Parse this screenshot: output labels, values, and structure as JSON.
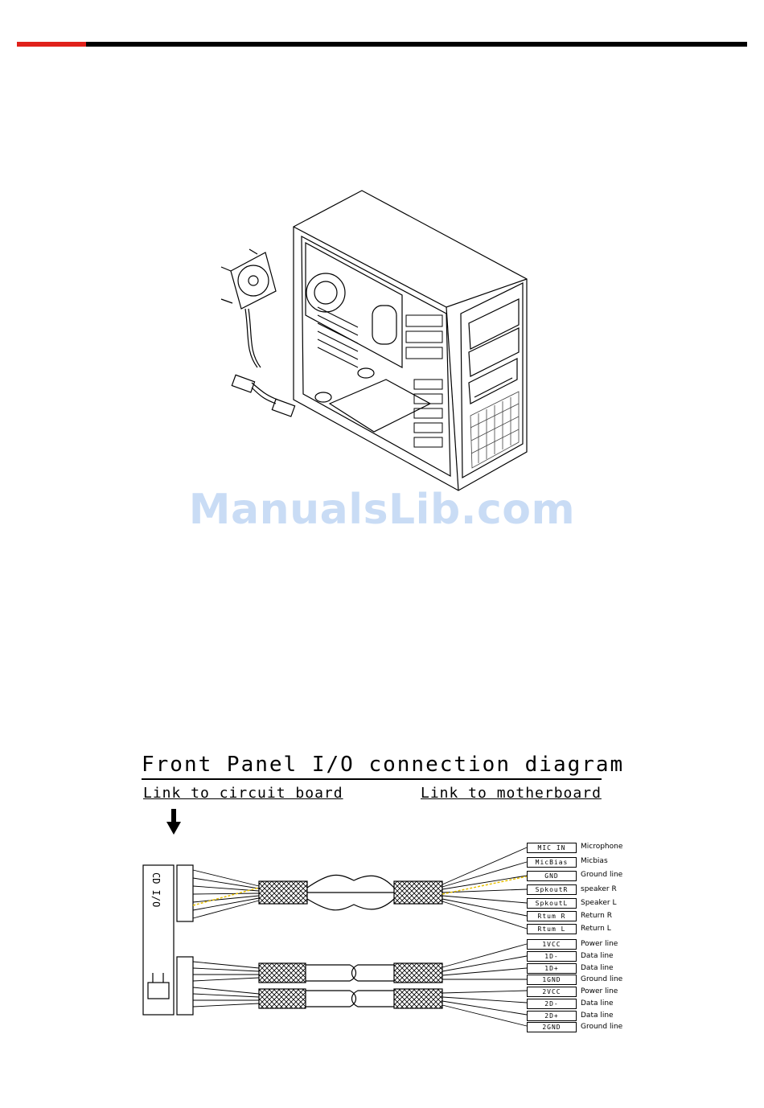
{
  "header": {
    "accent_color": "#e0211b",
    "bar_color": "#000000"
  },
  "figures": {
    "case_illustration": {
      "icon": "pc-case-with-rear-fan-illustration"
    }
  },
  "watermark": {
    "text": "ManualsLib.com",
    "color": "#c9dcf5"
  },
  "diagram": {
    "title": "Front Panel I/O connection diagram",
    "link_left": "Link to circuit board",
    "link_right": "Link to motherboard",
    "audio_pins": [
      {
        "pin": "MIC IN",
        "desc": "Microphone"
      },
      {
        "pin": "MicBias",
        "desc": "Micbias"
      },
      {
        "pin": "GND",
        "desc": "Ground line"
      },
      {
        "pin": "SpkoutR",
        "desc": "speaker R"
      },
      {
        "pin": "SpkoutL",
        "desc": "Speaker L"
      },
      {
        "pin": "Rtum R",
        "desc": "Return R"
      },
      {
        "pin": "Rtum L",
        "desc": "Return L"
      }
    ],
    "usb_pins": [
      {
        "pin": "1VCC",
        "desc": "Power line"
      },
      {
        "pin": "1D-",
        "desc": "Data line"
      },
      {
        "pin": "1D+",
        "desc": "Data line"
      },
      {
        "pin": "1GND",
        "desc": "Ground line"
      },
      {
        "pin": "2VCC",
        "desc": "Power line"
      },
      {
        "pin": "2D-",
        "desc": "Data line"
      },
      {
        "pin": "2D+",
        "desc": "Data line"
      },
      {
        "pin": "2GND",
        "desc": "Ground line"
      }
    ]
  }
}
